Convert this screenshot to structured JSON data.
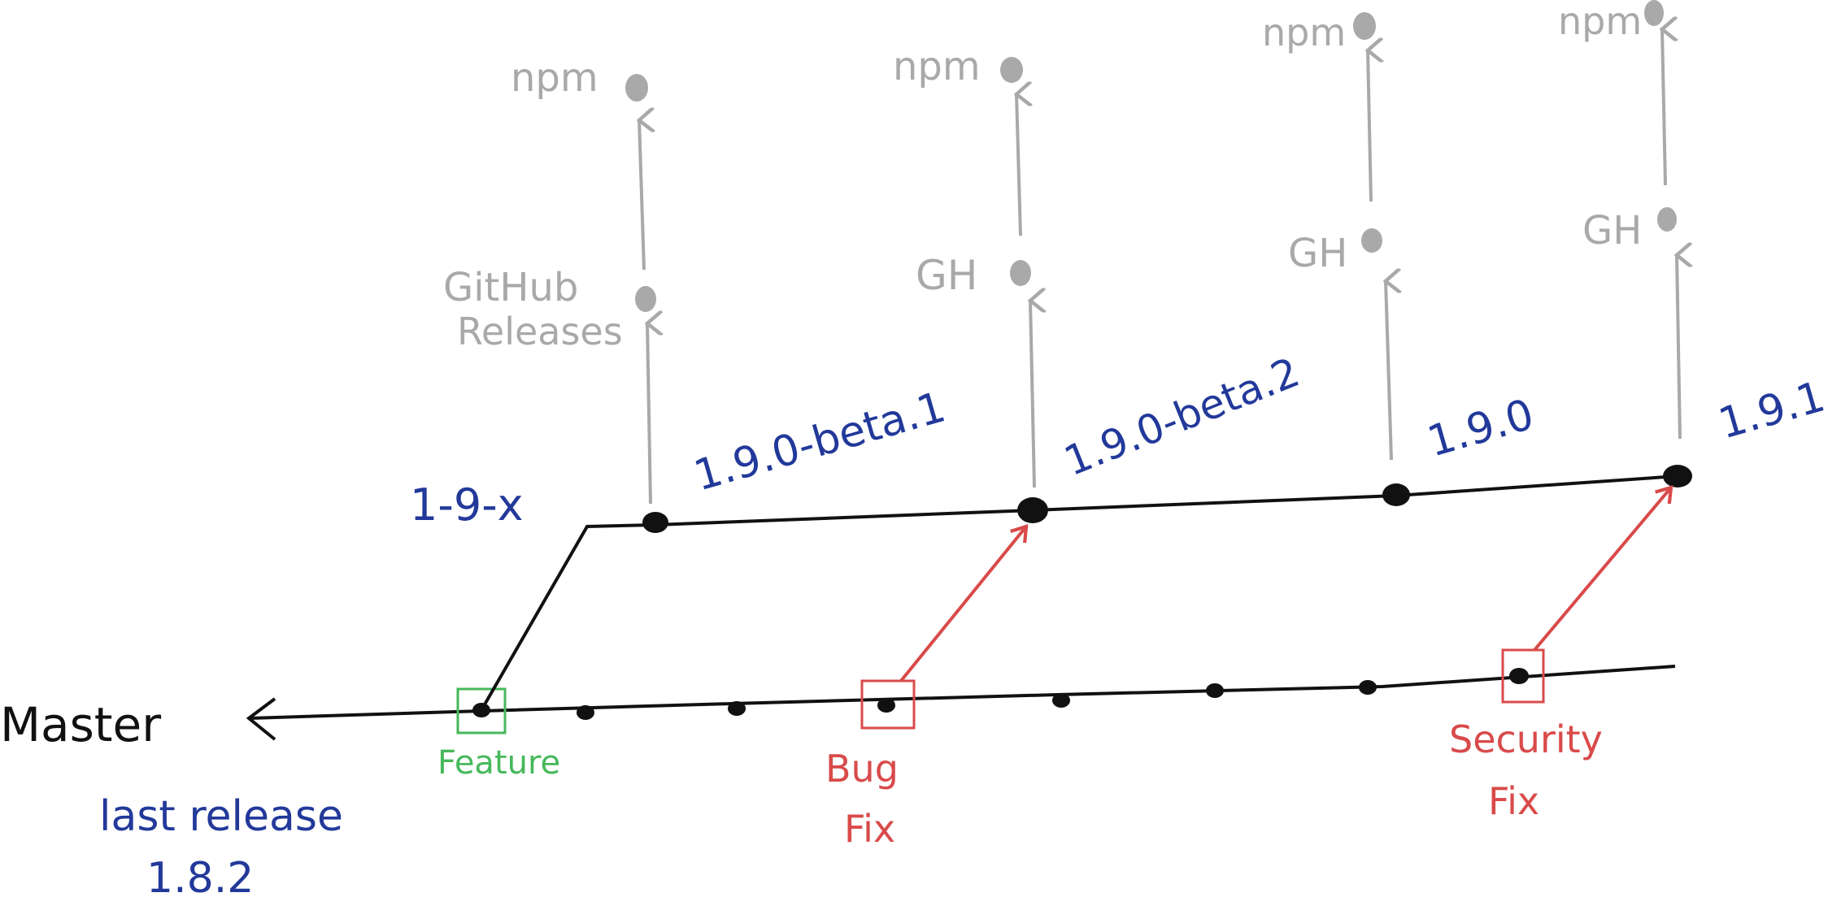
{
  "colors": {
    "line": "#111111",
    "version": "#22399a",
    "publish": "#a9a9a9",
    "feature": "#46b85a",
    "fix": "#d94a4a"
  },
  "master_branch": {
    "label": "Master",
    "last_release_line1": "last release",
    "last_release_line2": "1.8.2"
  },
  "release_branch": {
    "label": "1-9-x"
  },
  "commit_tags": {
    "feature": "Feature",
    "bug_fix_line1": "Bug",
    "bug_fix_line2": "Fix",
    "security_fix_line1": "Security",
    "security_fix_line2": "Fix"
  },
  "releases": [
    {
      "version": "1.9.0-beta.1",
      "github_line1": "GitHub",
      "github_line2": "Releases",
      "npm": "npm"
    },
    {
      "version": "1.9.0-beta.2",
      "github_line1": "GH",
      "npm": "npm"
    },
    {
      "version": "1.9.0",
      "github_line1": "GH",
      "npm": "npm"
    },
    {
      "version": "1.9.1",
      "github_line1": "GH",
      "npm": "npm"
    }
  ]
}
